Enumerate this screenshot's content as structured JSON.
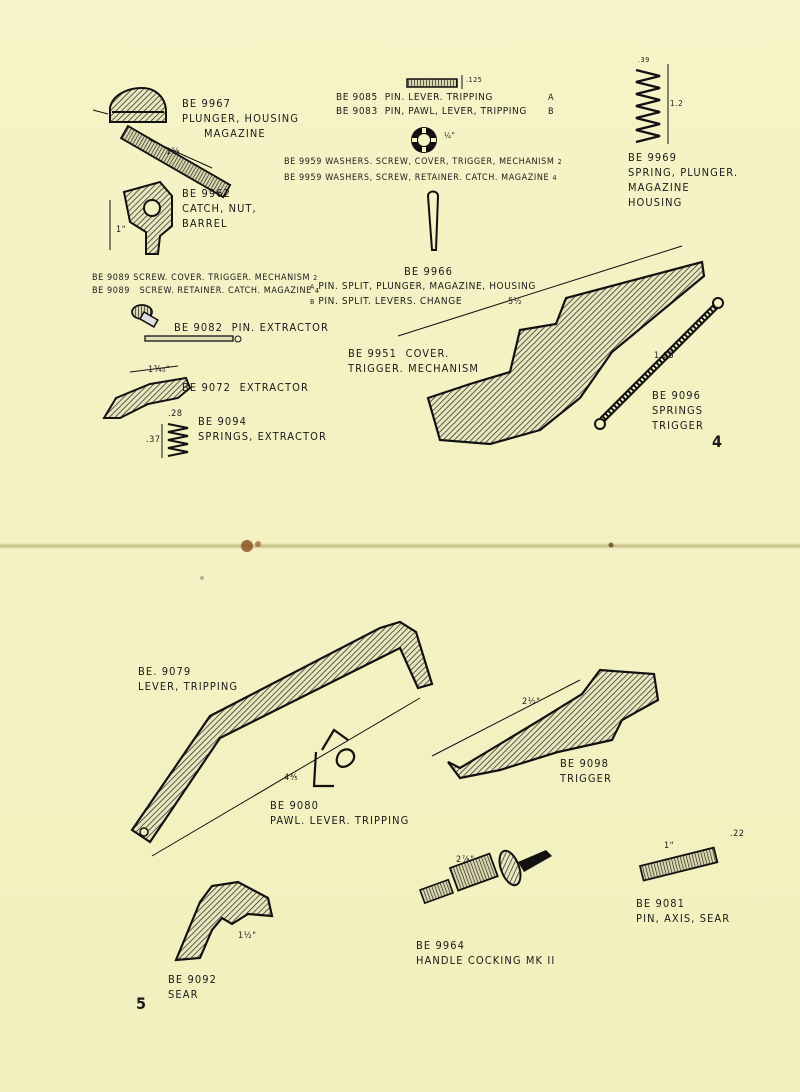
{
  "pages": {
    "top": {
      "page_number": "4",
      "parts": [
        {
          "id": "be9967",
          "number": "BE 9967",
          "desc1": "PLUNGER, HOUSING",
          "desc2": "MAGAZINE",
          "dim": "1⅝"
        },
        {
          "id": "be9962",
          "number": "BE 9962",
          "desc1": "CATCH, NUT,",
          "desc2": "BARREL",
          "dim": "1\""
        },
        {
          "id": "be9089a",
          "number": "BE 9089",
          "desc": "SCREW. COVER. TRIGGER. MECHANISM",
          "marker": "2"
        },
        {
          "id": "be9089b",
          "number": "BE 9089",
          "desc": "SCREW. RETAINER. CATCH. MAGAZINE",
          "marker": "4"
        },
        {
          "id": "be9082",
          "number": "BE 9082",
          "desc": "PIN. EXTRACTOR"
        },
        {
          "id": "be9072",
          "number": "BE 9072",
          "desc": "EXTRACTOR",
          "dim": "1¾₀\""
        },
        {
          "id": "be9094",
          "number": "BE 9094",
          "desc": "SPRINGS, EXTRACTOR",
          "dim1": ".28",
          "dim2": ".37"
        },
        {
          "id": "be9085",
          "number": "BE 9085",
          "desc": "PIN. LEVER. TRIPPING",
          "marker": "A",
          "dim": ".125"
        },
        {
          "id": "be9083",
          "number": "BE 9083",
          "desc": "PIN, PAWL, LEVER, TRIPPING",
          "marker": "B"
        },
        {
          "id": "be9959a",
          "number": "BE 9959",
          "desc": "WASHERS. SCREW, COVER, TRIGGER, MECHANISM",
          "marker": "2",
          "dim": "¼\""
        },
        {
          "id": "be9959b",
          "number": "BE 9959",
          "desc": "WASHERS, SCREW, RETAINER. CATCH. MAGAZINE",
          "marker": "4"
        },
        {
          "id": "be9966",
          "number": "BE 9966",
          "line_a": "PIN. SPLIT, PLUNGER, MAGAZINE, HOUSING",
          "marker_a": "A",
          "line_b": "PIN. SPLIT. LEVERS. CHANGE",
          "marker_b": "B"
        },
        {
          "id": "be9969",
          "number": "BE 9969",
          "desc1": "SPRING, PLUNGER.",
          "desc2": "MAGAZINE",
          "desc3": "HOUSING",
          "dim1": ".39",
          "dim2": "1.2"
        },
        {
          "id": "be9951",
          "number": "BE 9951",
          "desc1": "COVER.",
          "desc2": "TRIGGER. MECHANISM",
          "dim": "5½"
        },
        {
          "id": "be9096",
          "number": "BE 9096",
          "desc1": "SPRINGS",
          "desc2": "TRIGGER",
          "dim": "1.65"
        }
      ]
    },
    "bottom": {
      "page_number": "5",
      "parts": [
        {
          "id": "be9079",
          "number": "BE. 9079",
          "desc": "LEVER, TRIPPING"
        },
        {
          "id": "be9080",
          "number": "BE 9080",
          "desc": "PAWL. LEVER. TRIPPING",
          "dim": "4⅗"
        },
        {
          "id": "be9098",
          "number": "BE 9098",
          "desc": "TRIGGER",
          "dim": "2½\""
        },
        {
          "id": "be9081",
          "number": "BE 9081",
          "desc": "PIN, AXIS, SEAR",
          "dim1": "1\"",
          "dim2": ".22"
        },
        {
          "id": "be9964",
          "number": "BE 9964",
          "desc": "HANDLE COCKING Mk II",
          "dim": "2⅞\""
        },
        {
          "id": "be9092",
          "number": "BE 9092",
          "desc": "SEAR",
          "dim": "1½\""
        }
      ]
    }
  }
}
